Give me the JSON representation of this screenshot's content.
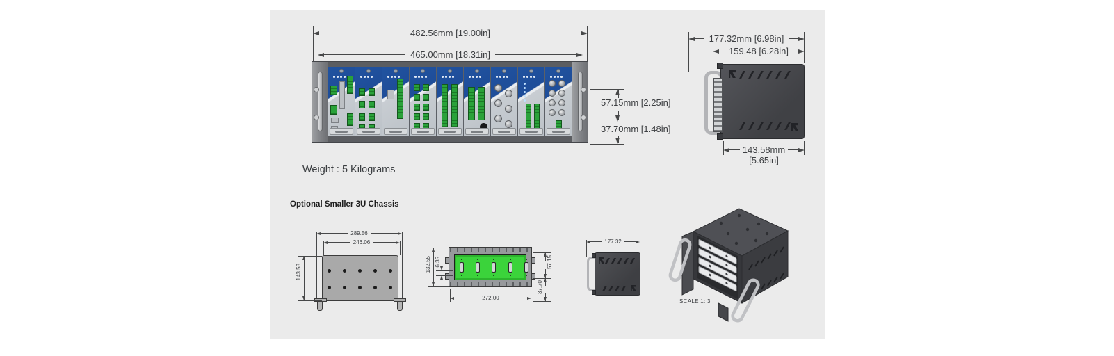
{
  "front_view": {
    "dim_width_outer": "482.56mm [19.00in]",
    "dim_width_inner": "465.00mm [18.31in]",
    "dim_module_height": "57.15mm [2.25in]",
    "dim_lower_height": "37.70mm [1.48in]",
    "weight": "Weight : 5 Kilograms"
  },
  "side_view": {
    "dim_depth_outer": "177.32mm [6.98in]",
    "dim_depth_inner": "159.48 [6.28in]",
    "dim_body_depth_mm": "143.58mm",
    "dim_body_depth_in": "[5.65in]"
  },
  "small_chassis": {
    "title": "Optional Smaller 3U Chassis",
    "rear_view": {
      "dim_width_outer": "289.56",
      "dim_width_inner": "246.06",
      "dim_height": "143.58"
    },
    "front_view": {
      "dim_height": "132.55",
      "dim_slot_pitch": "6.35",
      "dim_width": "272.00",
      "dim_module_height": "57.15",
      "dim_lower_height": "37.70"
    },
    "side_view": {
      "dim_depth": "177.32"
    },
    "iso_view": {
      "scale": "SCALE 1: 3"
    }
  },
  "colors": {
    "panel_bg": "#ebebeb",
    "dimension_line": "#474849",
    "module_blue": "#1e4d99",
    "connector_green": "#2aa23a",
    "backplane_green": "#3bd33b",
    "chassis_dark": "#46474b"
  }
}
